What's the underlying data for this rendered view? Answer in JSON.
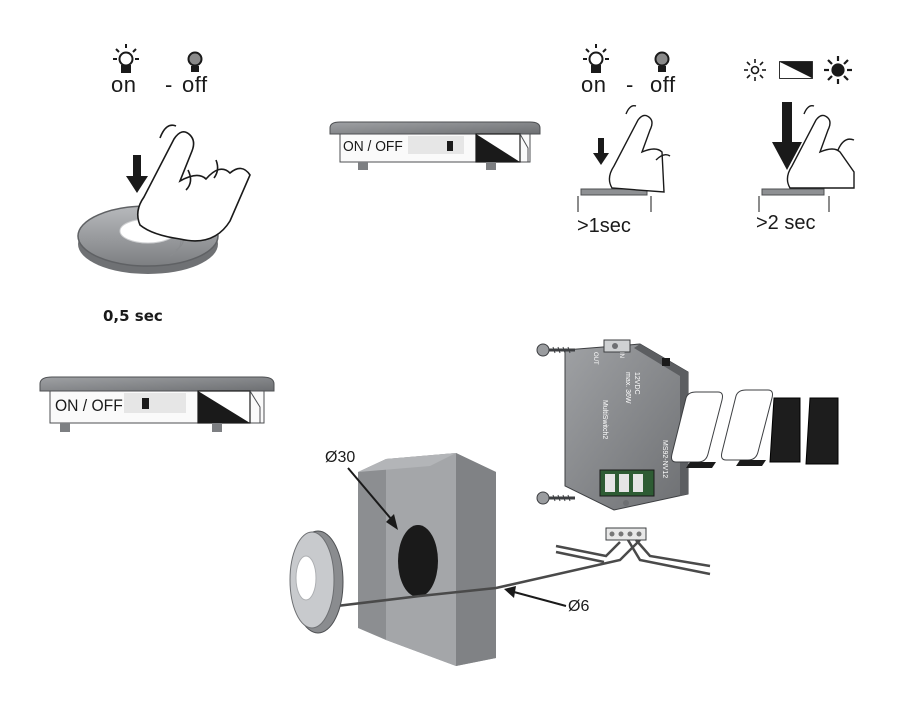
{
  "legend_left": {
    "on": "on",
    "sep": "-",
    "off": "off"
  },
  "legend_mid": {
    "on": "on",
    "sep": "-",
    "off": "off"
  },
  "press_short": "0,5 sec",
  "press_1": ">1sec",
  "press_2": ">2 sec",
  "switch_label_top": "ON / OFF",
  "switch_label_bottom": "ON / OFF",
  "dim_hole": "Ø30",
  "dim_cable": "Ø6",
  "controller": {
    "brand": "MultiSwitch2",
    "model": "MS92-NV12",
    "voltage": "12VDC",
    "power": "max. 36W",
    "port_out": "OUT",
    "port_in": "IN"
  },
  "colors": {
    "line": "#1a1a1a",
    "housing": "#8e9093",
    "housing_dark": "#5c5e61",
    "wall": "#9a9c9f"
  }
}
